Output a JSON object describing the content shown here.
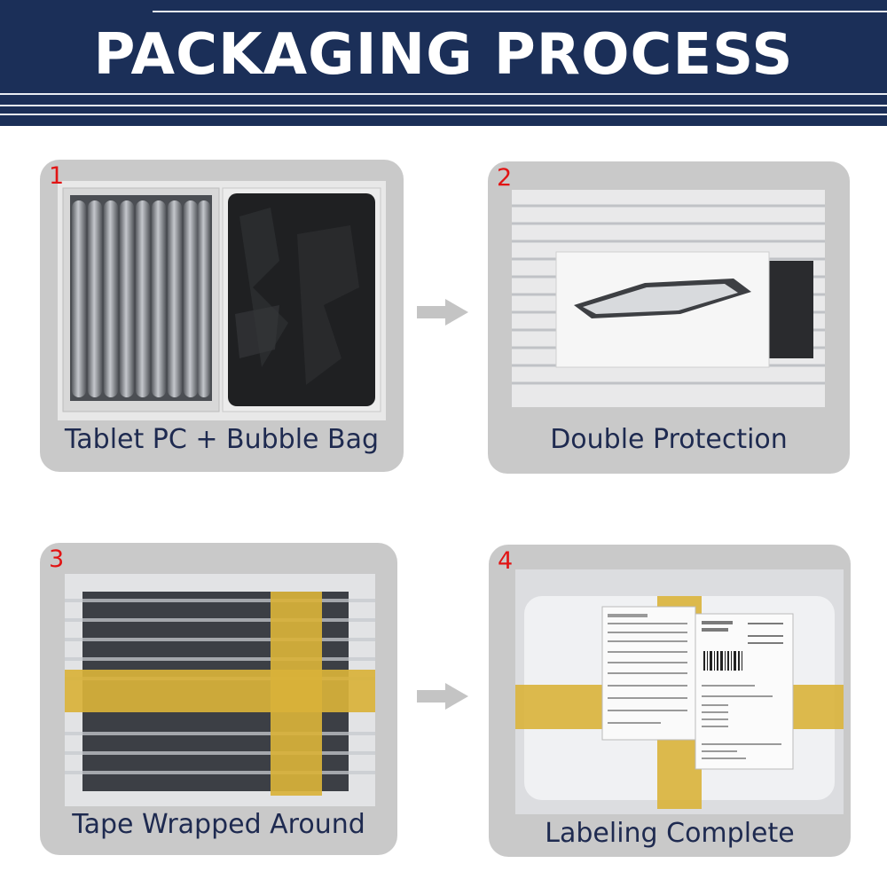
{
  "header": {
    "title": "PACKAGING PROCESS",
    "background_color": "#1b2f58",
    "text_color": "#ffffff"
  },
  "steps": [
    {
      "number": "1",
      "caption": "Tablet PC + Bubble Bag"
    },
    {
      "number": "2",
      "caption": "Double Protection"
    },
    {
      "number": "3",
      "caption": "Tape Wrapped Around"
    },
    {
      "number": "4",
      "caption": "Labeling Complete"
    }
  ],
  "colors": {
    "step_number": "#e11414",
    "caption_text": "#1e2a50",
    "card_background": "#c9c9c9",
    "arrow": "#c4c4c4",
    "tape": "#d9b23a"
  },
  "icons": [
    "right-arrow-icon",
    "right-arrow-icon"
  ]
}
